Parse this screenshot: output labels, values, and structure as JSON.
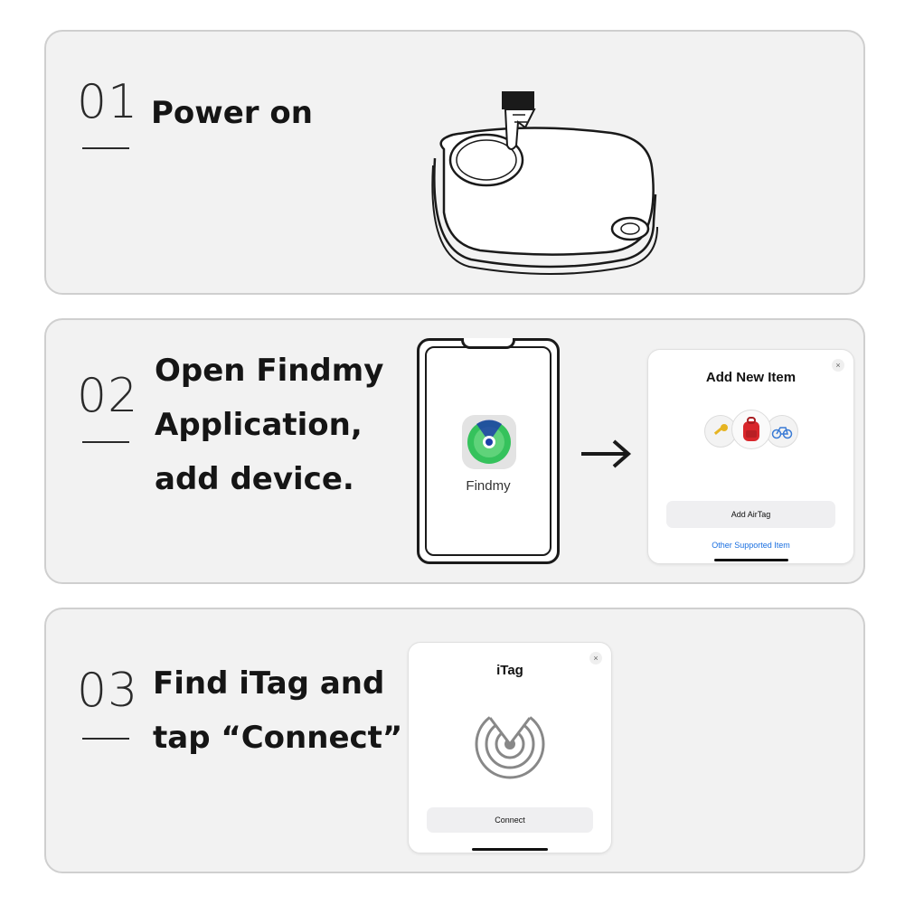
{
  "steps": [
    {
      "number": "01",
      "title": "Power on"
    },
    {
      "number": "02",
      "title_lines": [
        "Open Findmy",
        "Application,",
        "add device."
      ]
    },
    {
      "number": "03",
      "title_lines": [
        "Find iTag and",
        "tap “Connect”"
      ]
    }
  ],
  "phone": {
    "app_label": "Findmy",
    "app_icon": "findmy-radar-icon"
  },
  "add_item_card": {
    "title": "Add New Item",
    "close": "×",
    "button": "Add AirTag",
    "link": "Other Supported Item",
    "icons": [
      "key-icon",
      "backpack-icon",
      "bicycle-icon"
    ]
  },
  "itag_card": {
    "title": "iTag",
    "close": "×",
    "button": "Connect",
    "icon": "radar-icon"
  },
  "colors": {
    "panel_bg": "#f2f2f2",
    "findmy_green": "#35c25c",
    "link_blue": "#1a6fe0",
    "backpack_red": "#d8262b"
  }
}
